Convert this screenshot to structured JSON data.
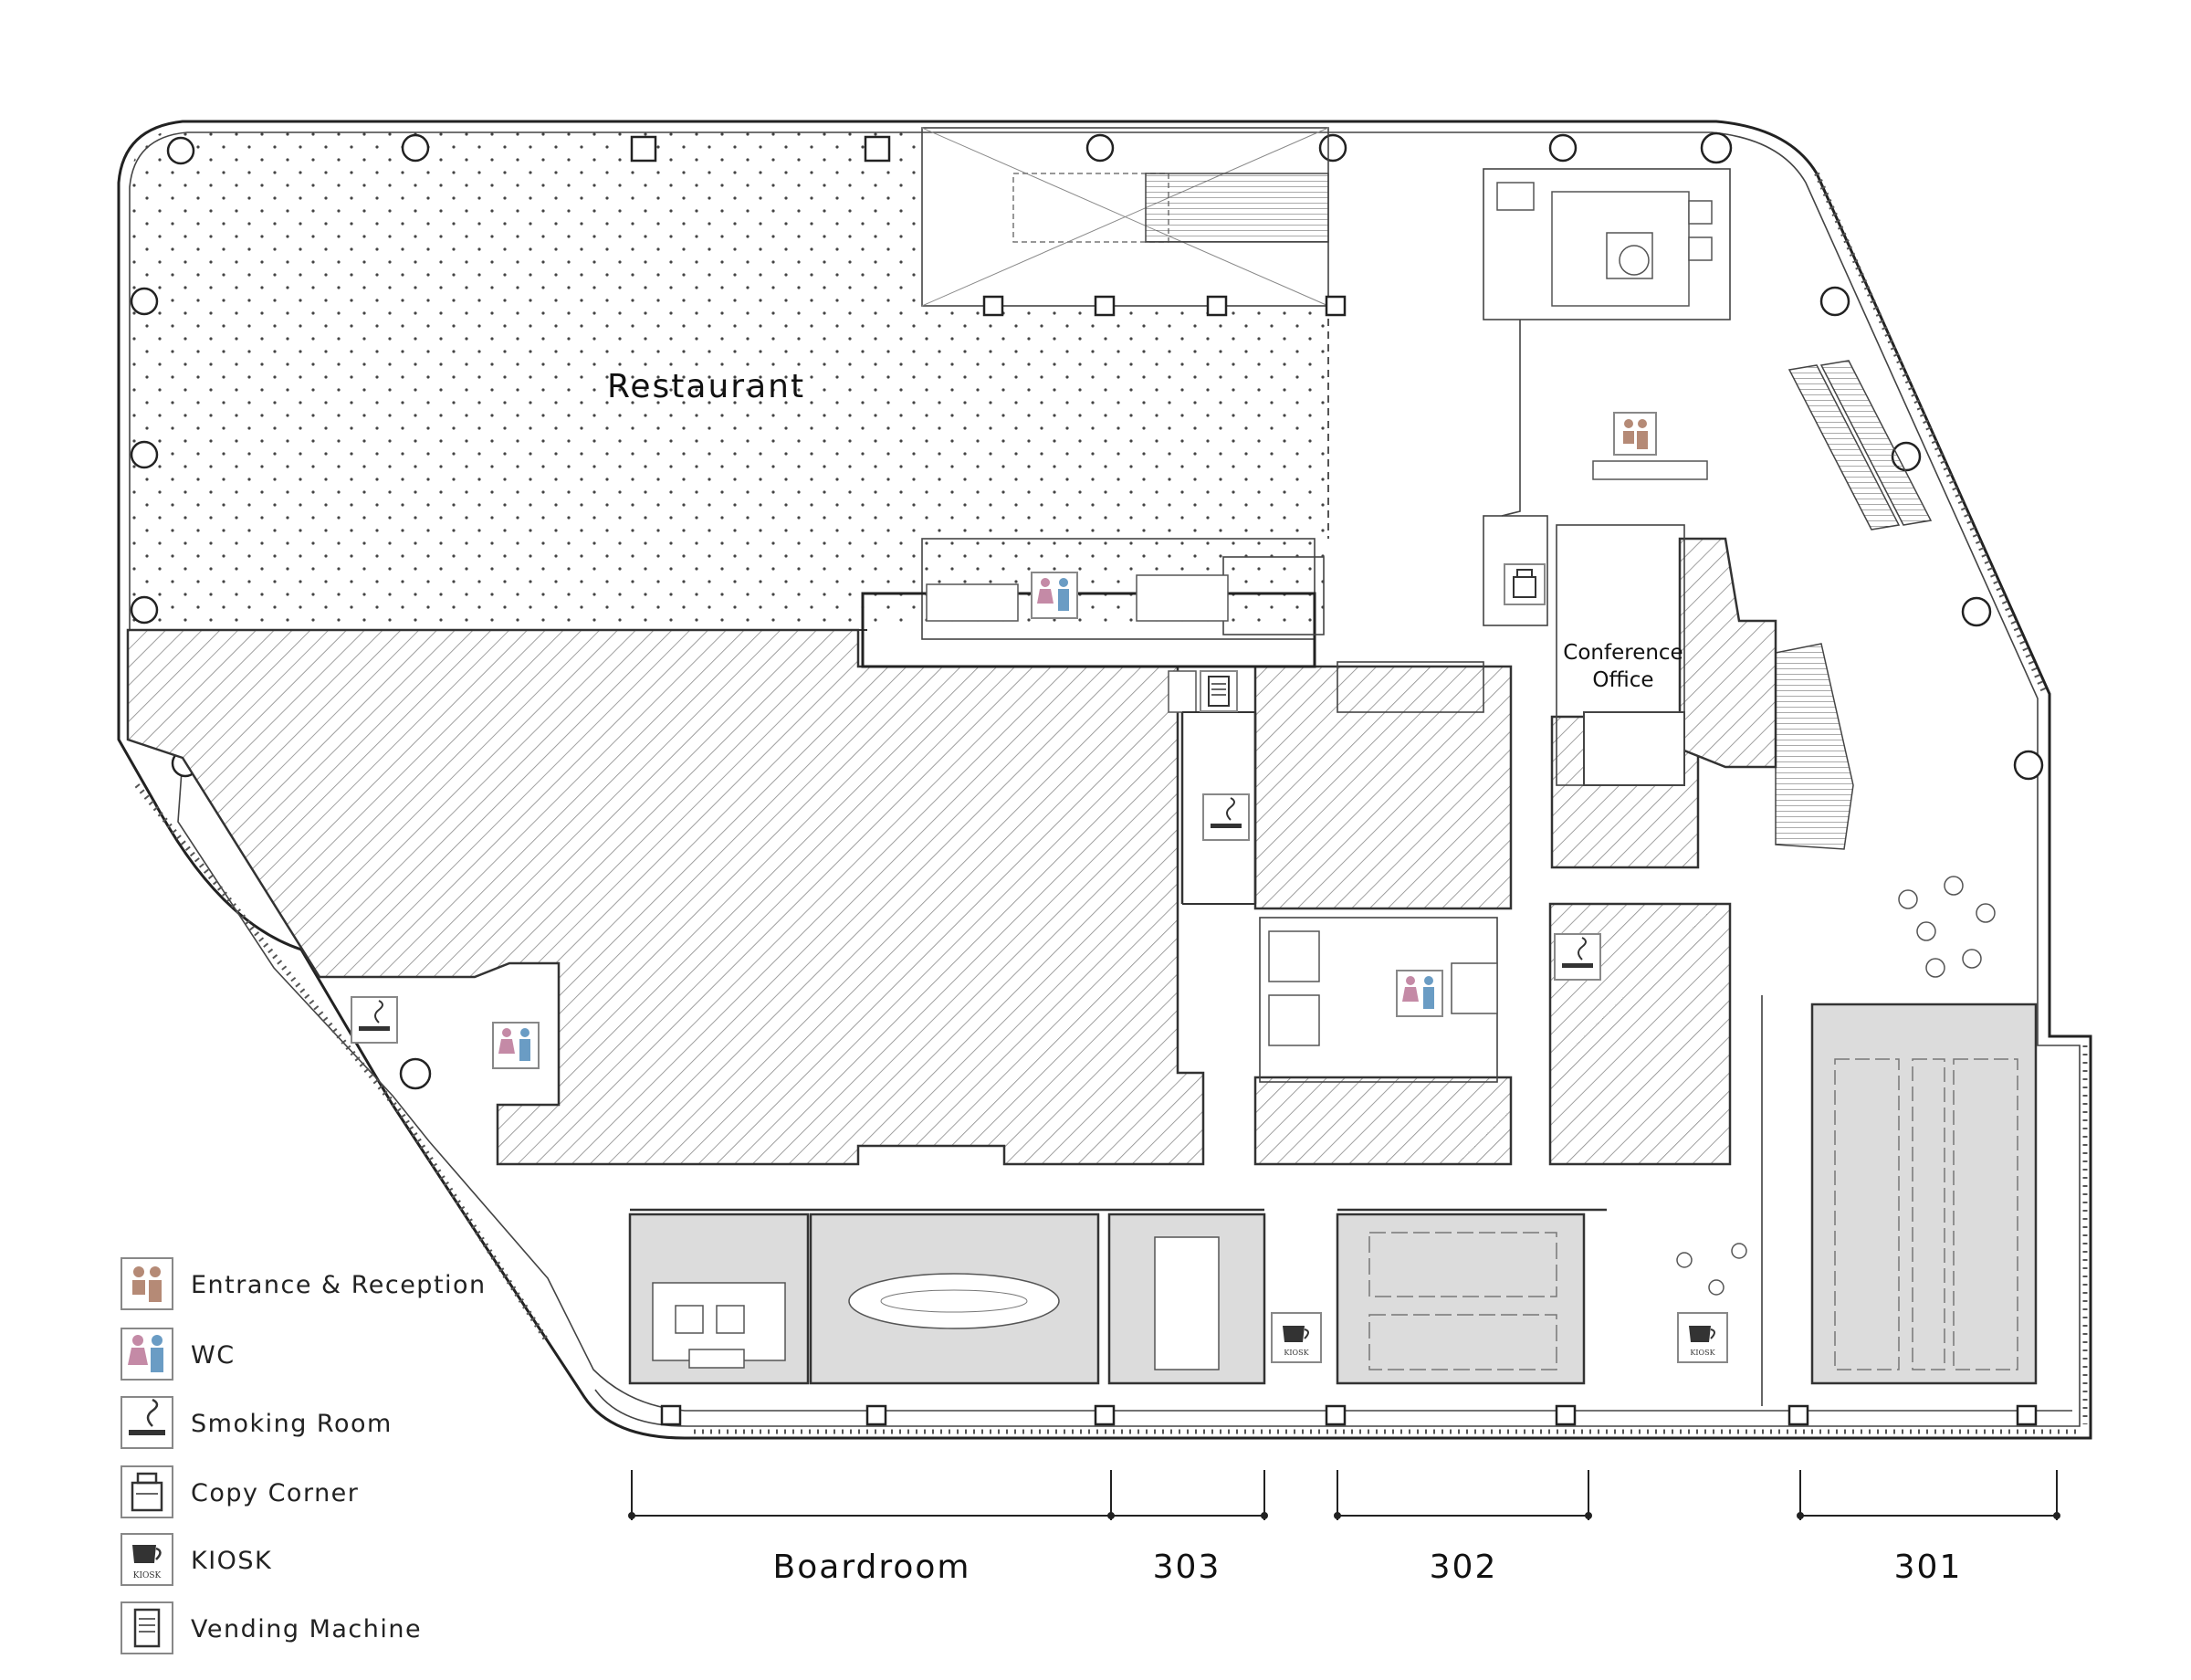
{
  "rooms": {
    "restaurant": "Restaurant",
    "conference_office_line1": "Conference",
    "conference_office_line2": "Office",
    "boardroom": "Boardroom",
    "r303": "303",
    "r302": "302",
    "r301": "301"
  },
  "icons": {
    "kiosk_text": "KIOSK"
  },
  "legend": [
    {
      "icon": "entrance-reception-icon",
      "label": "Entrance & Reception"
    },
    {
      "icon": "wc-icon",
      "label": "WC"
    },
    {
      "icon": "smoking-room-icon",
      "label": "Smoking Room"
    },
    {
      "icon": "copy-corner-icon",
      "label": "Copy Corner"
    },
    {
      "icon": "kiosk-icon",
      "label": "KIOSK"
    },
    {
      "icon": "vending-machine-icon",
      "label": "Vending Machine"
    }
  ],
  "colors": {
    "wc_female": "#c48aa6",
    "wc_male": "#6a9cc4",
    "reception": "#b58a76",
    "room_fill": "#dcdcdc"
  }
}
